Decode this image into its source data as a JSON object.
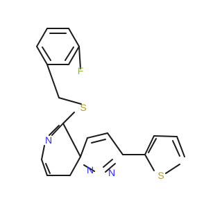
{
  "molecule": {
    "atoms": {
      "F": {
        "text": "F",
        "color": "#86c040"
      },
      "S1": {
        "text": "S",
        "color": "#b8a100"
      },
      "N1": {
        "text": "N",
        "color": "#2b2bff"
      },
      "N2": {
        "text": "N",
        "color": "#2b2bff"
      },
      "N3": {
        "text": "N",
        "color": "#2b2bff"
      },
      "S2": {
        "text": "S",
        "color": "#b8a100"
      }
    },
    "bond_color": "#1a1a1a"
  }
}
